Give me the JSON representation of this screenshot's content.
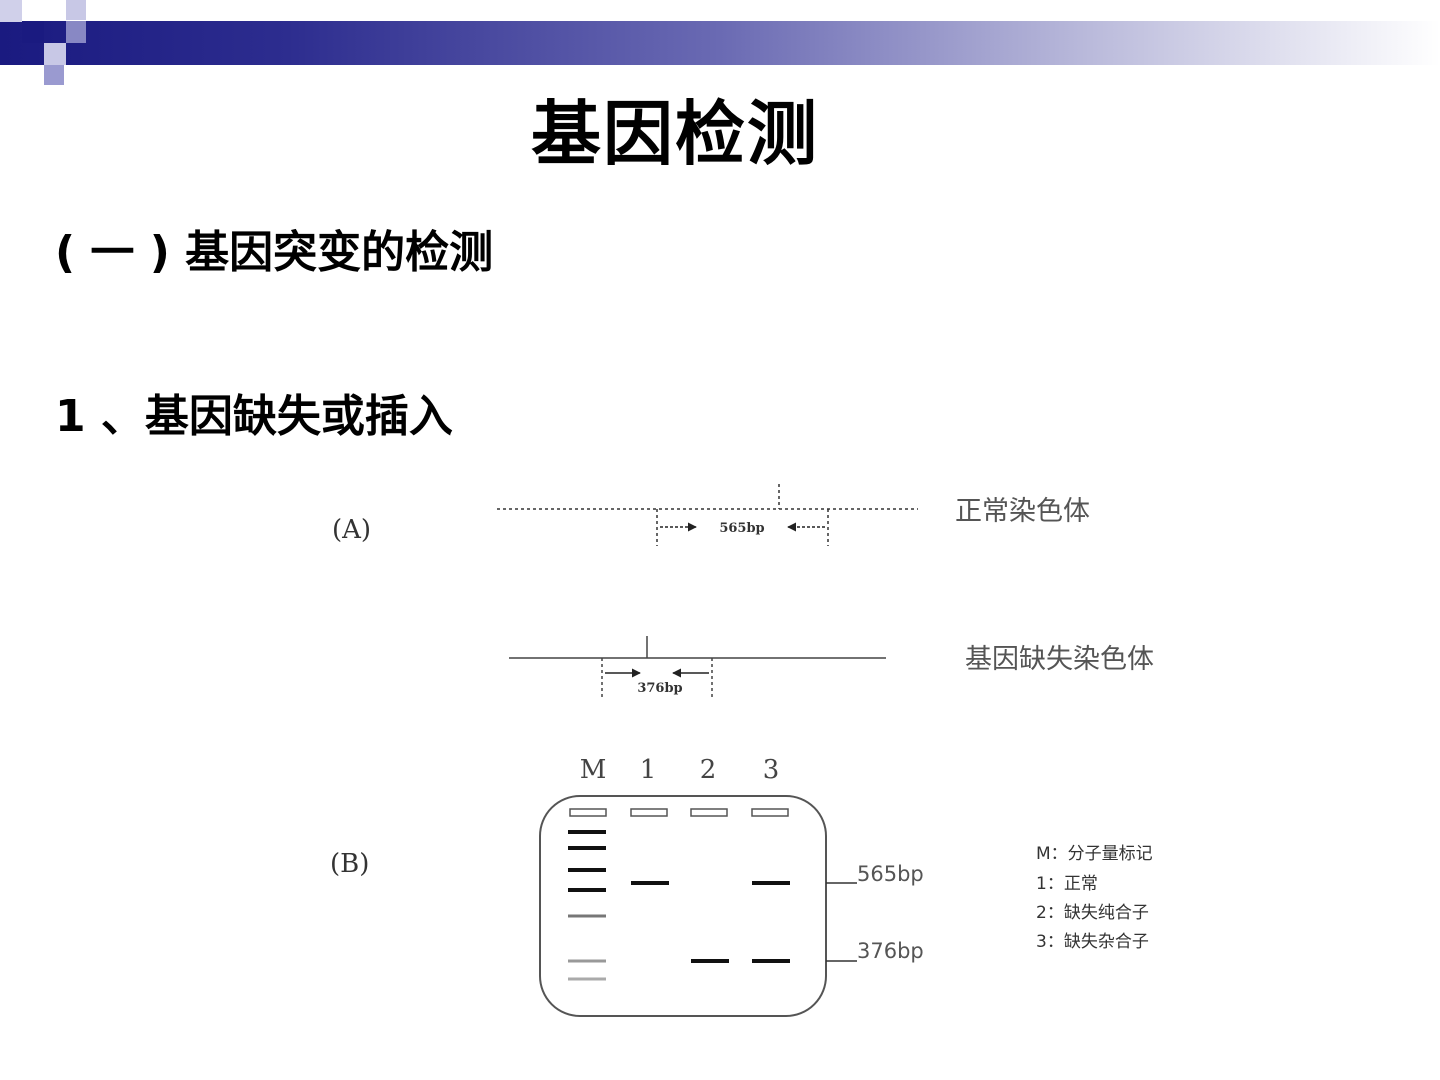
{
  "slide": {
    "title": "基因检测",
    "section_heading": "( 一 ) 基因突变的检测",
    "subsection_heading": "1 、基因缺失或插入"
  },
  "diagram_a": {
    "label": "(A)",
    "normal_chromosome_label": "正常染色体",
    "normal_product": "565bp",
    "deletion_chromosome_label": "基因缺失染色体",
    "deletion_product": "376bp"
  },
  "diagram_b": {
    "label": "(B)",
    "lanes": [
      "M",
      "1",
      "2",
      "3"
    ],
    "marker_565": "565bp",
    "marker_376": "376bp",
    "legend": [
      "M：分子量标记",
      "1：正常",
      "2：缺失纯合子",
      "3：缺失杂合子"
    ]
  },
  "colors": {
    "header_dark": "#1a1a80",
    "square_dark": "#1a1a80",
    "square_light": "#9a9ad0"
  }
}
